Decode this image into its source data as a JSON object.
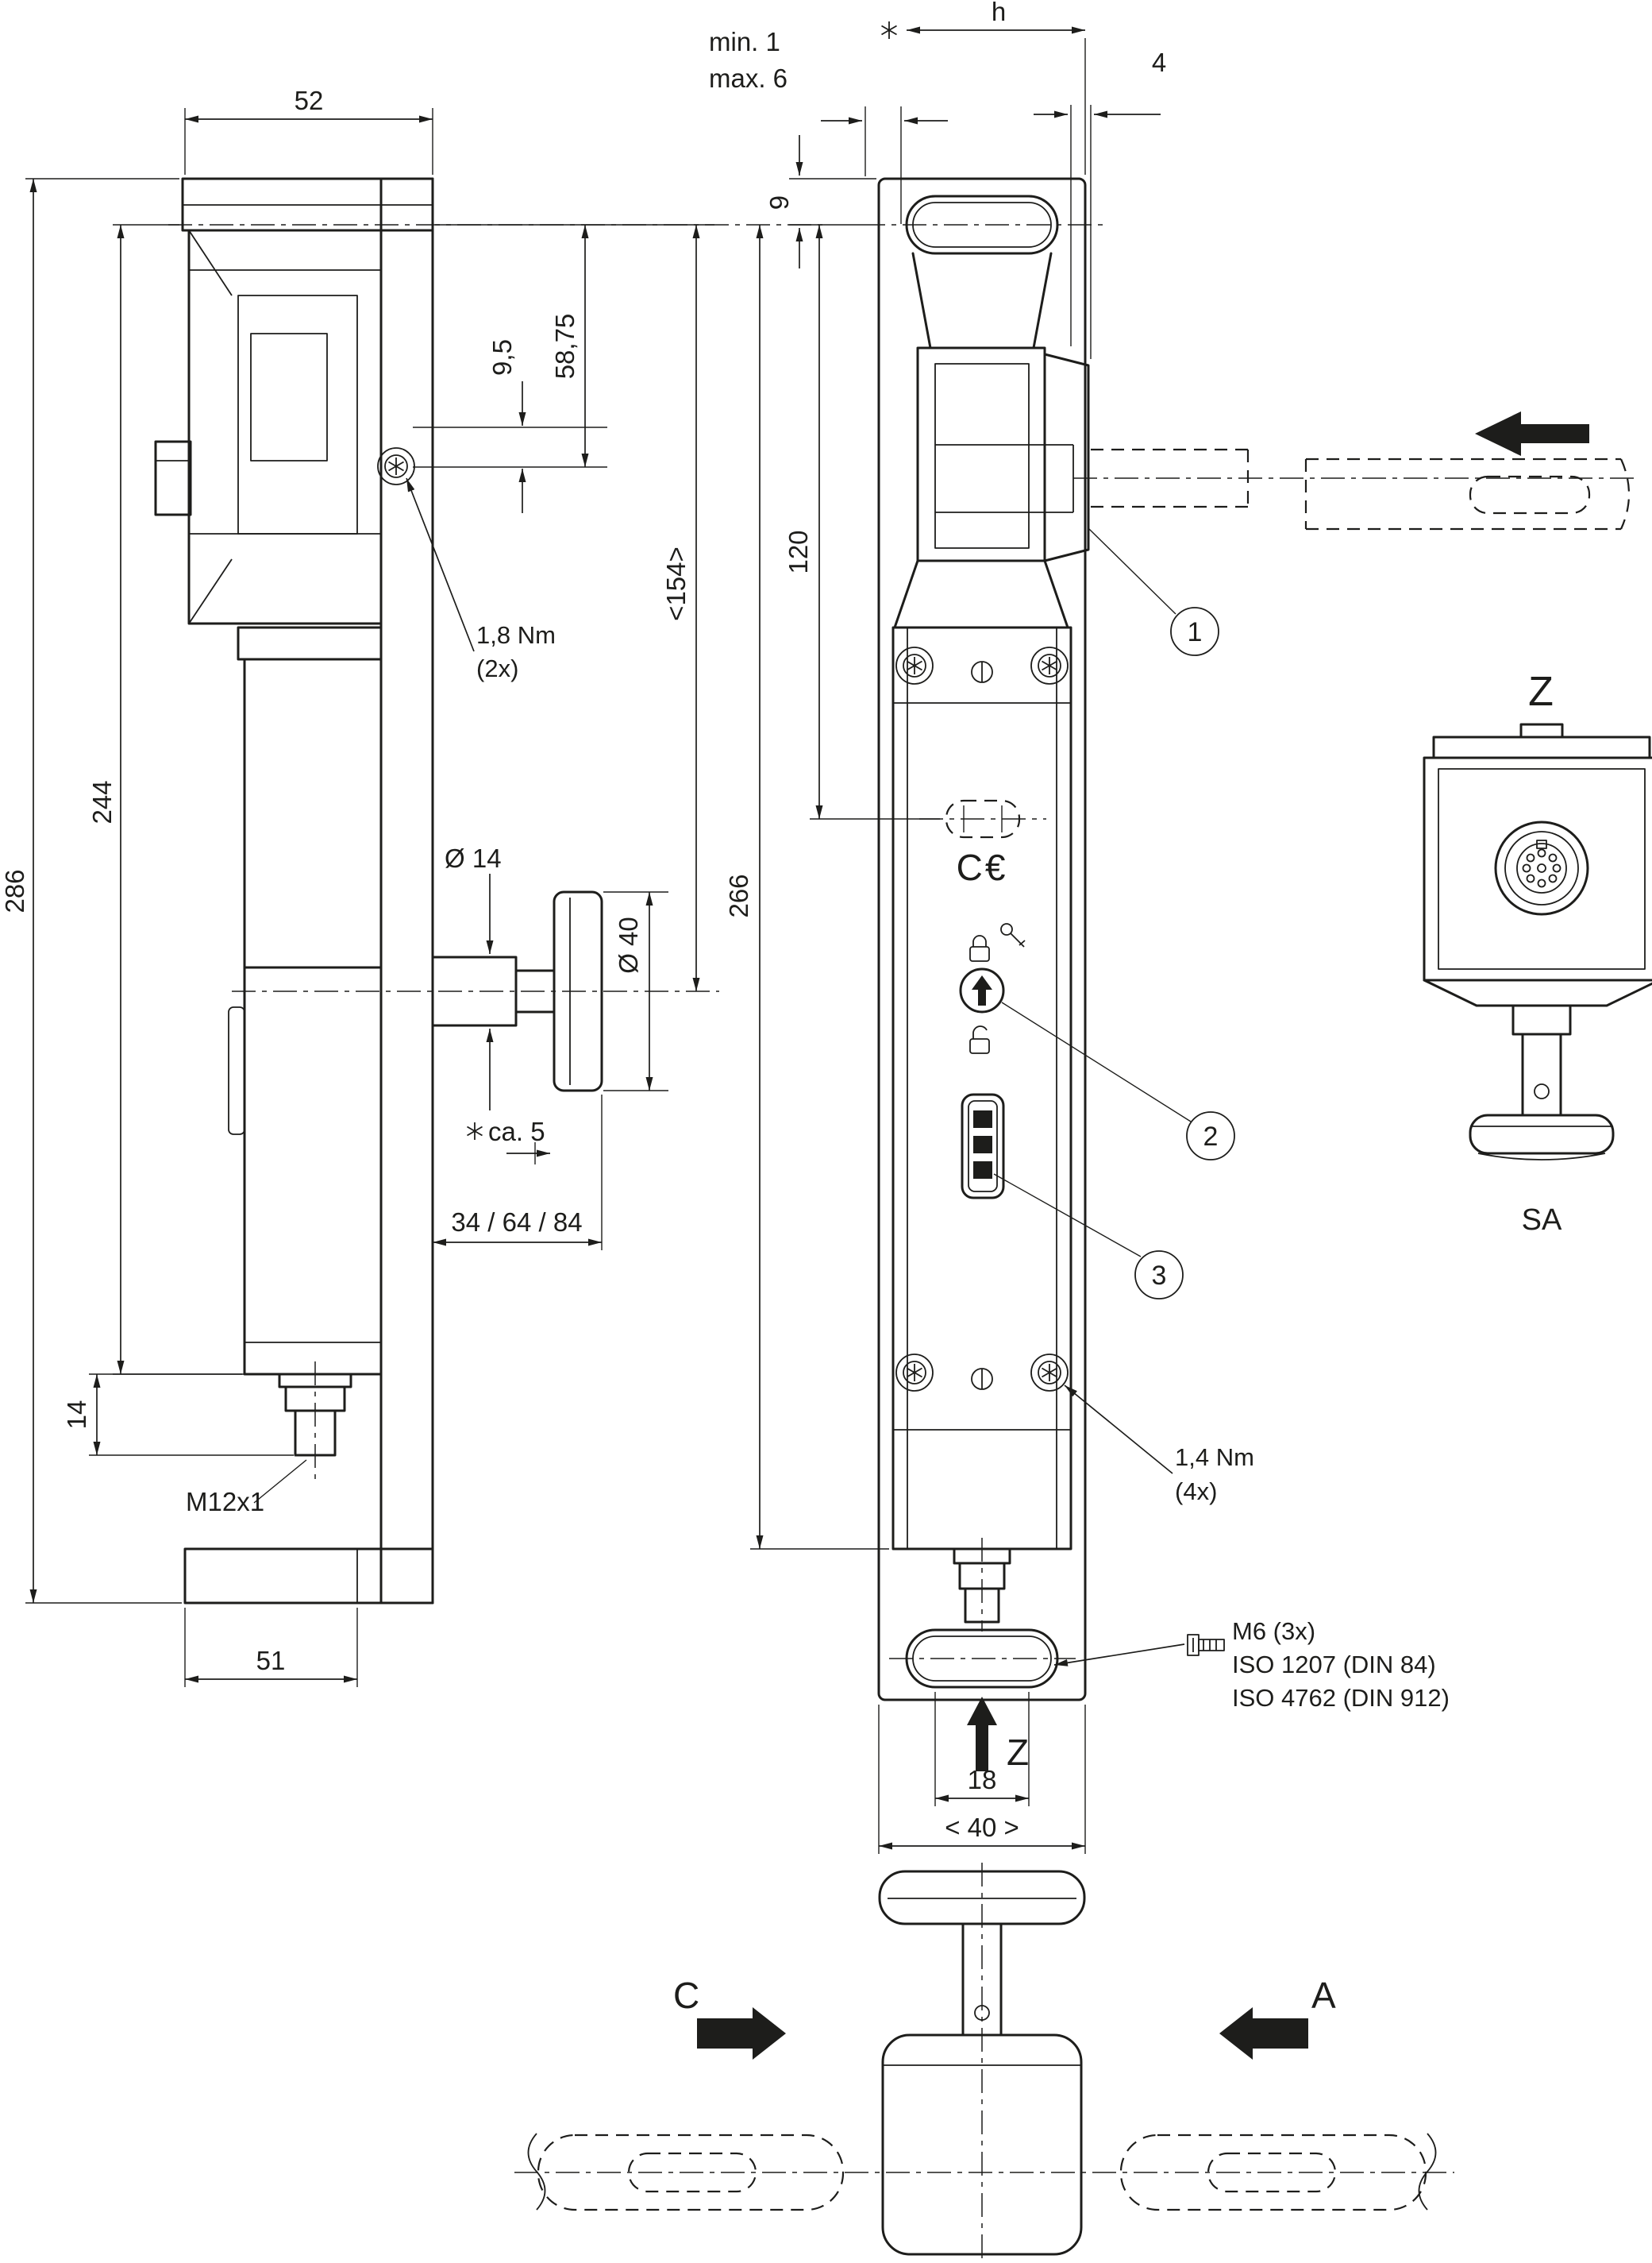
{
  "side_view": {
    "dim_52": "52",
    "dim_286": "286",
    "dim_244": "244",
    "dim_14": "14",
    "dim_51": "51",
    "dim_9_5": "9,5",
    "dim_58_75": "58,75",
    "dim_154": "<154>",
    "dim_dia14": "Ø 14",
    "dim_dia40": "Ø 40",
    "dim_ca5": "ca. 5",
    "dim_34_64_84": "34 / 64 / 84",
    "label_m12": "M12x1",
    "torque": "1,8 Nm",
    "torque_qty": "(2x)"
  },
  "front_view": {
    "dim_min1": "min. 1",
    "dim_max6": "max. 6",
    "dim_h": "h",
    "dim_4": "4",
    "dim_9": "9",
    "dim_120": "120",
    "dim_266": "266",
    "dim_18": "18",
    "dim_40": "< 40 >",
    "torque": "1,4 Nm",
    "torque_qty": "(4x)",
    "note_m6": "M6 (3x)",
    "note_iso1207": "ISO 1207 (DIN 84)",
    "note_iso4762": "ISO 4762 (DIN 912)",
    "ce": "C€",
    "callout1": "1",
    "callout2": "2",
    "callout3": "3",
    "label_z": "Z"
  },
  "detail_view": {
    "title": "Z",
    "caption": "SA"
  },
  "bottom_view": {
    "label_c": "C",
    "label_a": "A"
  }
}
